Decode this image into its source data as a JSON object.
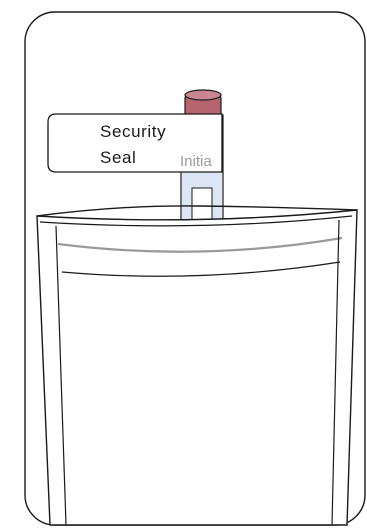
{
  "seal_label": {
    "line1": "Security",
    "line2": "Seal",
    "initial_text": "Initia"
  },
  "colors": {
    "cap": "#b56470",
    "cap_top": "#c98590",
    "tube_fill": "#dce6f5",
    "outline": "#1a1a1a",
    "seal_line": "#9a9a9a"
  },
  "icons": {
    "container": "rounded-frame",
    "bag": "specimen-bag",
    "tube": "sample-tube"
  }
}
